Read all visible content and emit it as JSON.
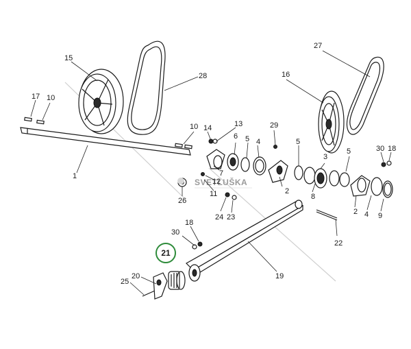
{
  "diagram": {
    "watermark": {
      "text": "SVETLUŠKA"
    },
    "highlight": {
      "label": "21",
      "color": "#2e8b3a"
    },
    "callouts": {
      "c1": "1",
      "c2a": "2",
      "c2b": "2",
      "c3": "3",
      "c4a": "4",
      "c4b": "4",
      "c5a": "5",
      "c5b": "5",
      "c5c": "5",
      "c6": "6",
      "c7": "7",
      "c8": "8",
      "c9": "9",
      "c10a": "10",
      "c10b": "10",
      "c11": "11",
      "c12": "12",
      "c13": "13",
      "c14": "14",
      "c15": "15",
      "c16": "16",
      "c17": "17",
      "c18a": "18",
      "c18b": "18",
      "c19": "19",
      "c20": "20",
      "c22": "22",
      "c23": "23",
      "c24": "24",
      "c25": "25",
      "c26": "26",
      "c27": "27",
      "c28": "28",
      "c29": "29",
      "c30a": "30",
      "c30b": "30"
    }
  }
}
